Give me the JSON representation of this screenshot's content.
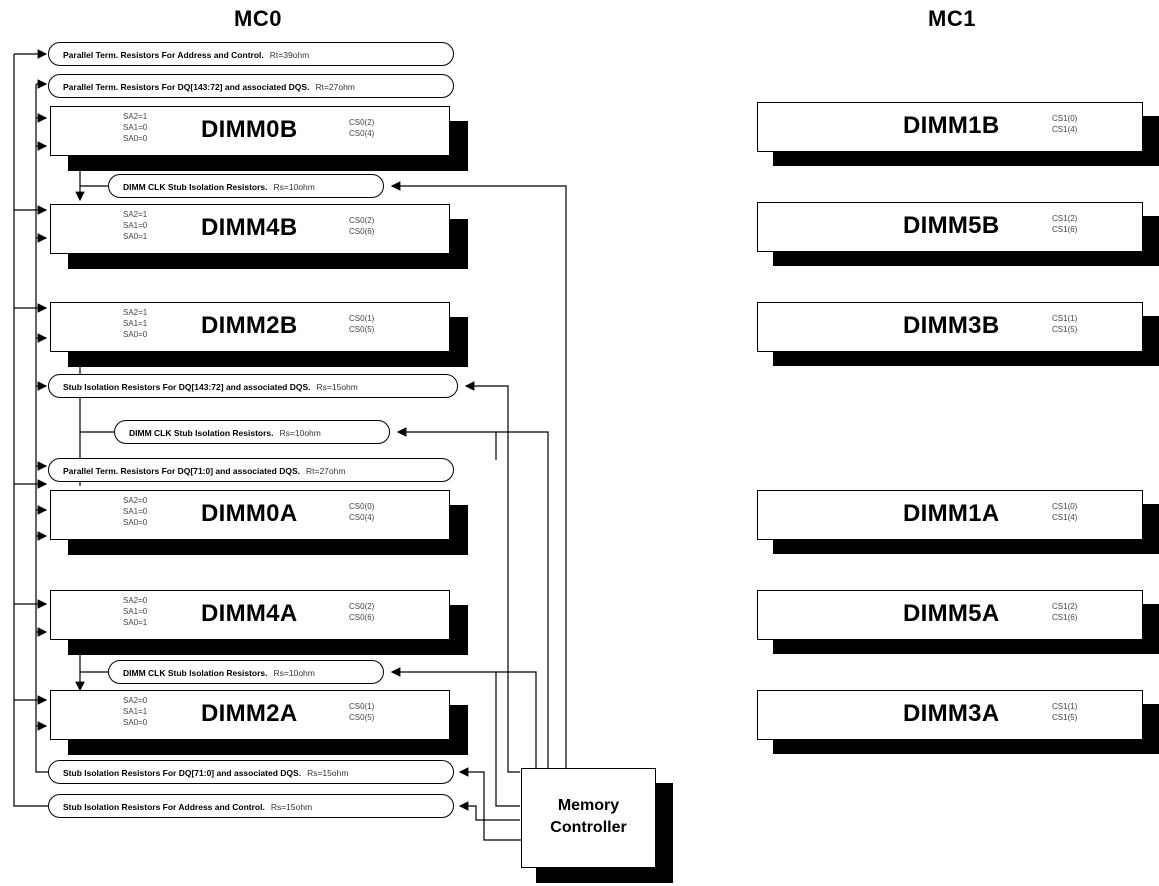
{
  "headers": {
    "mc0": "MC0",
    "mc1": "MC1"
  },
  "memory_controller": {
    "line1": "Memory",
    "line2": "Controller"
  },
  "resistors": [
    {
      "label": "Parallel Term. Resistors For  Address and Control.",
      "value": "Rt=39ohm"
    },
    {
      "label": "Parallel Term. Resistors For DQ[143:72] and associated DQS.",
      "value": "Rt=27ohm"
    },
    {
      "label": "DIMM CLK Stub Isolation Resistors.",
      "value": "Rs=10ohm"
    },
    {
      "label": "Stub Isolation Resistors For DQ[143:72] and associated DQS.",
      "value": "Rs=15ohm"
    },
    {
      "label": "DIMM CLK Stub Isolation Resistors.",
      "value": "Rs=10ohm"
    },
    {
      "label": "Parallel Term. Resistors For DQ[71:0] and associated DQS.",
      "value": "Rt=27ohm"
    },
    {
      "label": "DIMM CLK Stub Isolation Resistors.",
      "value": "Rs=10ohm"
    },
    {
      "label": "Stub Isolation Resistors For DQ[71:0] and associated DQS.",
      "value": "Rs=15ohm"
    },
    {
      "label": "Stub Isolation Resistors For  Address and Control.",
      "value": "Rs=15ohm"
    }
  ],
  "mc0_dimms": [
    {
      "name": "DIMM0B",
      "sa": [
        "SA2=1",
        "SA1=0",
        "SA0=0"
      ],
      "cs": [
        "CS0(2)",
        "CS0(4)"
      ]
    },
    {
      "name": "DIMM4B",
      "sa": [
        "SA2=1",
        "SA1=0",
        "SA0=1"
      ],
      "cs": [
        "CS0(2)",
        "CS0(6)"
      ]
    },
    {
      "name": "DIMM2B",
      "sa": [
        "SA2=1",
        "SA1=1",
        "SA0=0"
      ],
      "cs": [
        "CS0(1)",
        "CS0(5)"
      ]
    },
    {
      "name": "DIMM0A",
      "sa": [
        "SA2=0",
        "SA1=0",
        "SA0=0"
      ],
      "cs": [
        "CS0(0)",
        "CS0(4)"
      ]
    },
    {
      "name": "DIMM4A",
      "sa": [
        "SA2=0",
        "SA1=0",
        "SA0=1"
      ],
      "cs": [
        "CS0(2)",
        "CS0(6)"
      ]
    },
    {
      "name": "DIMM2A",
      "sa": [
        "SA2=0",
        "SA1=1",
        "SA0=0"
      ],
      "cs": [
        "CS0(1)",
        "CS0(5)"
      ]
    }
  ],
  "mc1_dimms": [
    {
      "name": "DIMM1B",
      "cs": [
        "CS1(0)",
        "CS1(4)"
      ]
    },
    {
      "name": "DIMM5B",
      "cs": [
        "CS1(2)",
        "CS1(6)"
      ]
    },
    {
      "name": "DIMM3B",
      "cs": [
        "CS1(1)",
        "CS1(5)"
      ]
    },
    {
      "name": "DIMM1A",
      "cs": [
        "CS1(0)",
        "CS1(4)"
      ]
    },
    {
      "name": "DIMM5A",
      "cs": [
        "CS1(2)",
        "CS1(6)"
      ]
    },
    {
      "name": "DIMM3A",
      "cs": [
        "CS1(1)",
        "CS1(5)"
      ]
    }
  ]
}
